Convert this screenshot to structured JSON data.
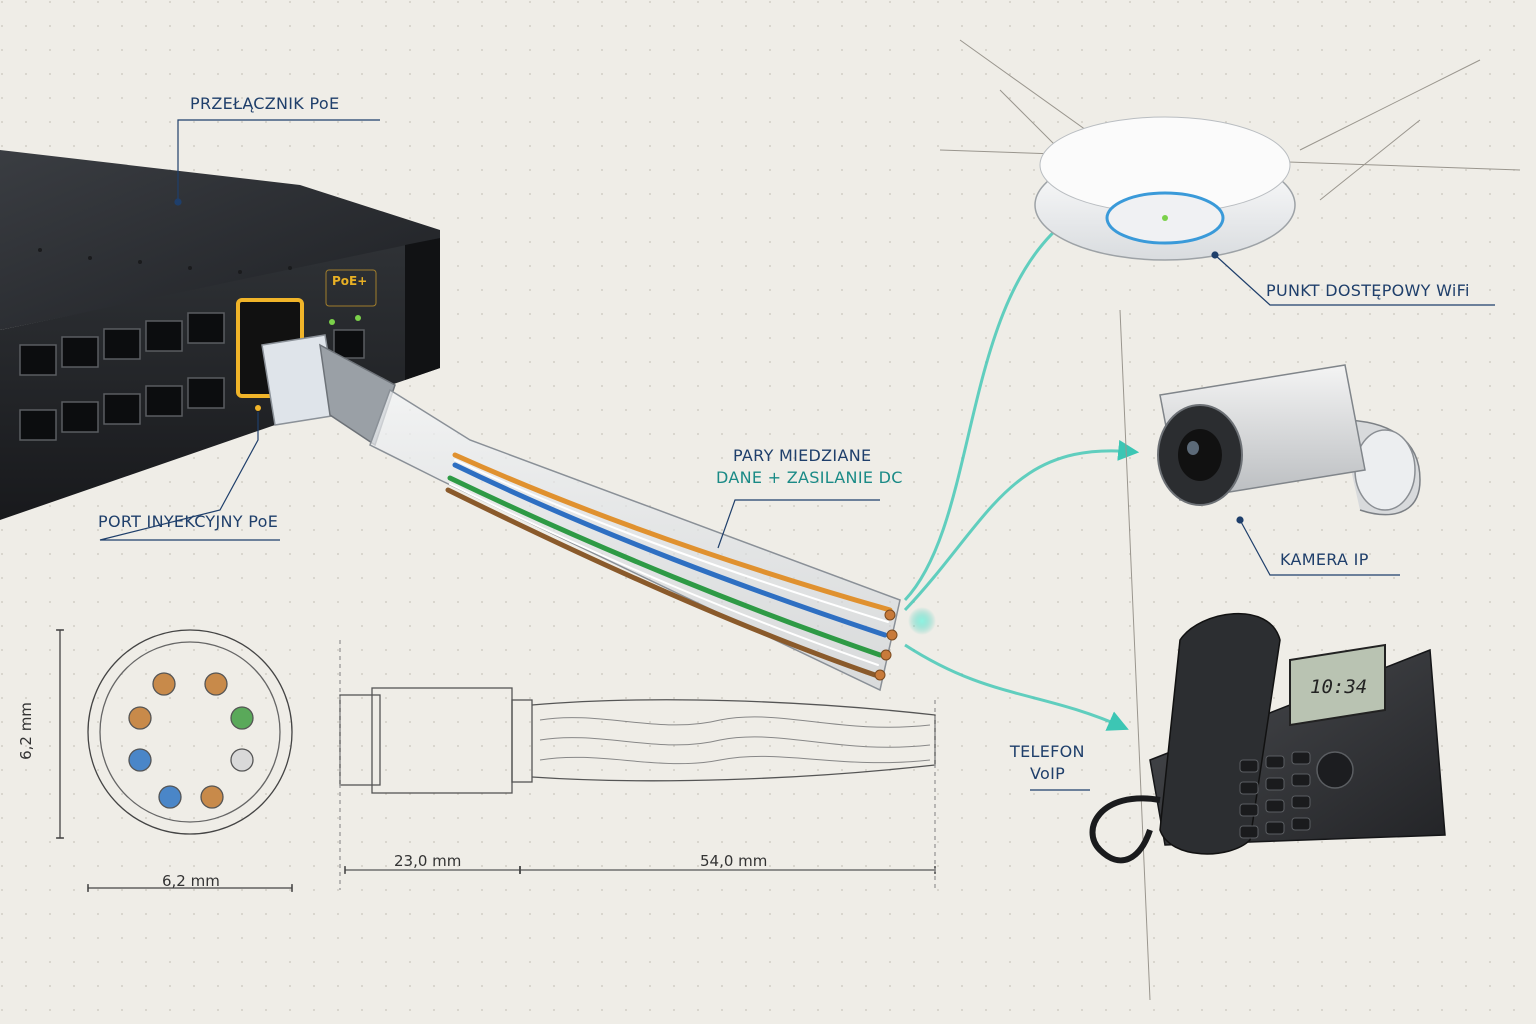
{
  "labels": {
    "switch": "PRZEŁĄCZNIK PoE",
    "port": "PORT INYEKCYJNY PoE",
    "pairs_line1": "PARY MIEDZIANE",
    "pairs_line2": "DANE + ZASILANIE DC",
    "access_point": "PUNKT DOSTĘPOWY WiFi",
    "camera": "KAMERA IP",
    "phone_line1": "TELEFON",
    "phone_line2": "VoIP"
  },
  "switch_badge": "PoE+",
  "phone_screen": "10:34",
  "dimensions": {
    "cable_diameter_vertical": "6,2 mm",
    "cable_diameter_horizontal": "6,2 mm",
    "connector_length": "23,0 mm",
    "cable_length": "54,0 mm"
  },
  "colors": {
    "label_text": "#1f3f6b",
    "flow_line": "#3cc6b4",
    "switch_body": "#2b2e33",
    "poe_highlight": "#f0b429"
  }
}
